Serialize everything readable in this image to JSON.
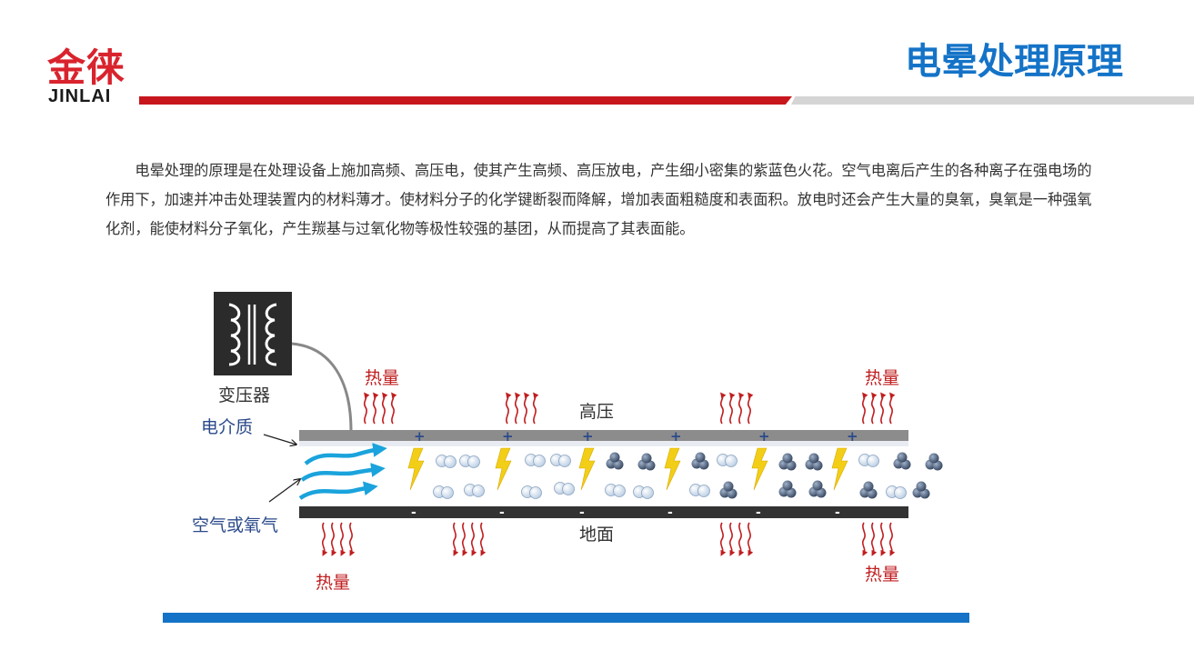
{
  "logo": {
    "cn": "金徕",
    "en": "JINLAI"
  },
  "title": "电晕处理原理",
  "intro": "电晕处理的原理是在处理设备上施加高频、高压电，使其产生高频、高压放电，产生细小密集的紫蓝色火花。空气电离后产生的各种离子在强电场的作用下，加速并冲击处理装置内的材料薄才。使材料分子的化学键断裂而降解，增加表面粗糙度和表面积。放电时还会产生大量的臭氧，臭氧是一种强氧化剂，能使材料分子氧化，产生羰基与过氧化物等极性较强的基团，从而提高了其表面能。",
  "diagram": {
    "transformer_label": "变压器",
    "dielectric_label": "电介质",
    "air_label": "空气或氧气",
    "high_voltage_label": "高压",
    "ground_label": "地面",
    "heat_labels": [
      "热量",
      "热量",
      "热量",
      "热量"
    ],
    "plus_sign": "+",
    "minus_sign": "-",
    "colors": {
      "brand_red": "#c8161d",
      "title_blue": "#1473c7",
      "air_blue": "#1aa3dc",
      "spark_yellow": "#f2cf16",
      "heat_red": "#c01e20",
      "molecule_light": "#c9dbee",
      "molecule_dark": "#4a5d7a"
    }
  }
}
